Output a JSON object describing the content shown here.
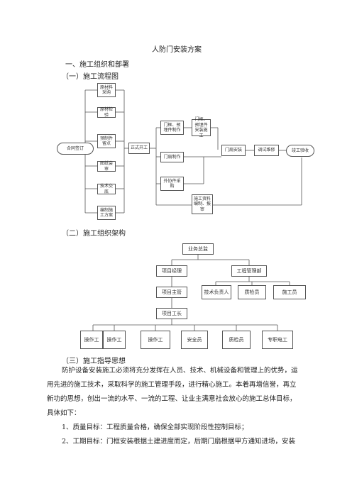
{
  "doc": {
    "title": "人防门安装方案",
    "section1": "一、施工组织和部署",
    "sub1": "（一）施工流程图",
    "sub2": "（二）施工组织架构",
    "sub3": "（三）施工指导思想",
    "para1": [
      "防护设备安装施工必须将充分发挥在人员、技术、机械设备和管理上的优势，运",
      "用先进的施工技术，采取科学的施工管理手段，进行精心施工。本着再增信誉，再立",
      "新功的思想，创出一流的水平、一流的工程、让业主满意社会放心的施工总体目标，",
      "具体如下："
    ],
    "item1": "1、质量目标：工程质量合格，确保全部实现阶段性控制目标；",
    "item2": "2、工期目标：门框安装根据土建进度而定，后期门扇根据甲方通知进场，安装"
  },
  "flow": {
    "start": "合同签订",
    "prep": [
      "原材料采购",
      "原材检验",
      "预制件留点",
      "图纸会审",
      "技术交底",
      "编制施工方案"
    ],
    "formal": "正式开工",
    "branches": [
      "门框、预埋件制作",
      "门扇制作",
      "外协件采购",
      "施工资料编制、报审"
    ],
    "frame_install": "门框、预埋件安装施工",
    "door_install": "门扇安装",
    "debug": "调试维修",
    "finish": "竣工验收"
  },
  "org": {
    "top": "业务总监",
    "pm": "项目经理",
    "em": "工程管理部",
    "pl": "项目主管",
    "em_children": [
      "技术负责人",
      "质检员",
      "施工员"
    ],
    "foreman": "项目工长",
    "workers": [
      "操作工",
      "操作工",
      "操作工",
      "安全员",
      "质检员",
      "专职电工"
    ]
  }
}
